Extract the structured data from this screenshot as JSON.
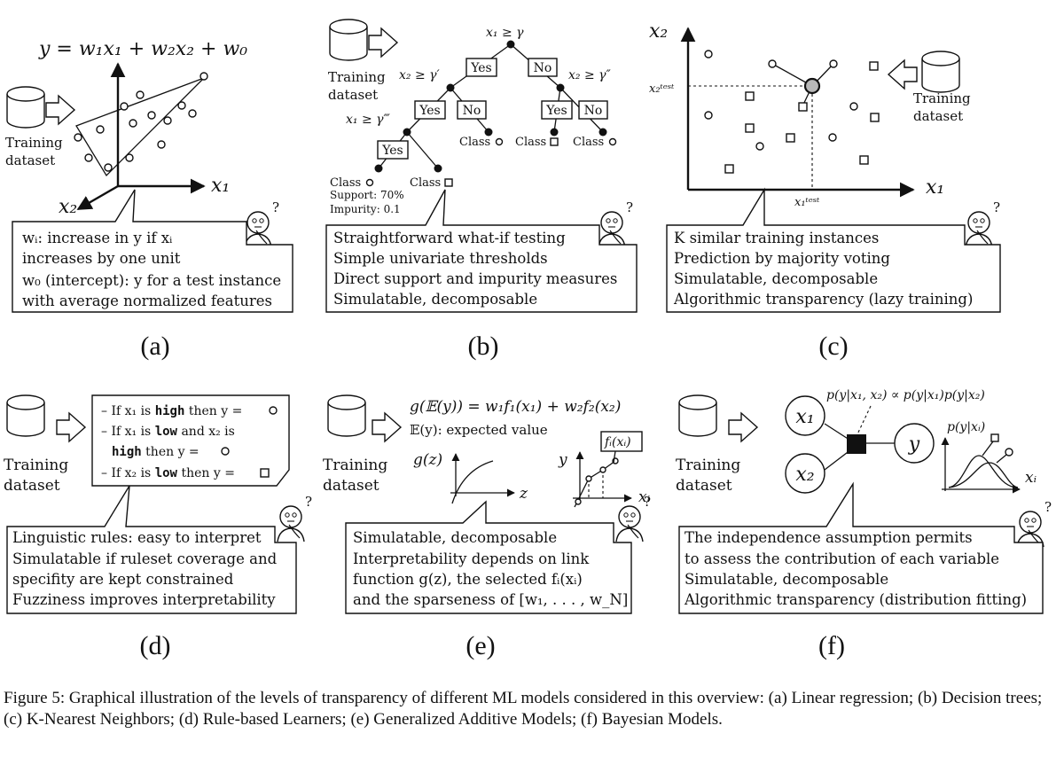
{
  "panels": {
    "a": {
      "label": "(a)",
      "equation": "y = w₁x₁ + w₂x₂ + w₀",
      "dataset_label": [
        "Training",
        "dataset"
      ],
      "axis_x1": "x₁",
      "axis_x2": "x₂",
      "bubble_lines": [
        "wᵢ: increase in y if xᵢ",
        "increases by one unit",
        "w₀ (intercept): y for a test instance",
        "with average normalized features"
      ]
    },
    "b": {
      "label": "(b)",
      "dataset_label": [
        "Training",
        "dataset"
      ],
      "cond_root": "x₁ ≥ γ",
      "cond_left": "x₂ ≥ γ′",
      "cond_right": "x₂ ≥ γ″",
      "cond_ll": "x₁ ≥ γ‴",
      "yes": "Yes",
      "no": "No",
      "class": "Class",
      "support": "Support: 70%",
      "impurity": "Impurity: 0.1",
      "bubble_lines": [
        "Straightforward what-if testing",
        "Simple univariate thresholds",
        "Direct support and impurity measures",
        "Simulatable, decomposable"
      ]
    },
    "c": {
      "label": "(c)",
      "dataset_label": [
        "Training",
        "dataset"
      ],
      "axis_x1": "x₁",
      "axis_x2": "x₂",
      "x1_test": "x₁ᵗᵉˢᵗ",
      "x2_test": "x₂ᵗᵉˢᵗ",
      "bubble_lines": [
        "K similar training instances",
        "Prediction by majority voting",
        "Simulatable, decomposable",
        "Algorithmic transparency (lazy training)"
      ]
    },
    "d": {
      "label": "(d)",
      "dataset_label": [
        "Training",
        "dataset"
      ],
      "rules": [
        {
          "dash": "–",
          "pre": "If x₁ is",
          "kw": "high",
          "post": "then y ="
        },
        {
          "dash": "–",
          "pre": "If x₁ is",
          "kw": "low",
          "post": "and x₂ is"
        },
        {
          "dash": "",
          "pre": "",
          "kw": "high",
          "post": "then y ="
        },
        {
          "dash": "–",
          "pre": "If x₂ is",
          "kw": "low",
          "post": "then y ="
        }
      ],
      "bubble_lines": [
        "Linguistic rules: easy to interpret",
        "Simulatable if ruleset coverage and",
        "specifity are kept constrained",
        "Fuzziness improves interpretability"
      ]
    },
    "e": {
      "label": "(e)",
      "dataset_label": [
        "Training",
        "dataset"
      ],
      "equation": "g(𝔼(y)) = w₁f₁(x₁) + w₂f₂(x₂)",
      "expected": "𝔼(y): expected value",
      "gz": "g(z)",
      "z": "z",
      "y": "y",
      "fixi": "fᵢ(xᵢ)",
      "xi": "xᵢ",
      "bubble_lines": [
        "Simulatable, decomposable",
        "Interpretability depends on link",
        "function g(z), the selected fᵢ(xᵢ)",
        "and the sparseness of [w₁, . . . , w_N]"
      ]
    },
    "f": {
      "label": "(f)",
      "dataset_label": [
        "Training",
        "dataset"
      ],
      "equation": "p(y|x₁, x₂) ∝ p(y|x₁)p(y|x₂)",
      "node_x1": "x₁",
      "node_x2": "x₂",
      "node_y": "y",
      "pyxi": "p(y|xᵢ)",
      "xi": "xᵢ",
      "bubble_lines": [
        "The independence assumption permits",
        "to assess the contribution of each variable",
        "Simulatable, decomposable",
        "Algorithmic transparency (distribution fitting)"
      ]
    }
  },
  "caption": "Figure 5: Graphical illustration of the levels of transparency of different ML models considered in this overview: (a) Linear regression; (b) Decision trees; (c) K-Nearest Neighbors; (d) Rule-based Learners; (e) Generalized Additive Models; (f) Bayesian Models."
}
